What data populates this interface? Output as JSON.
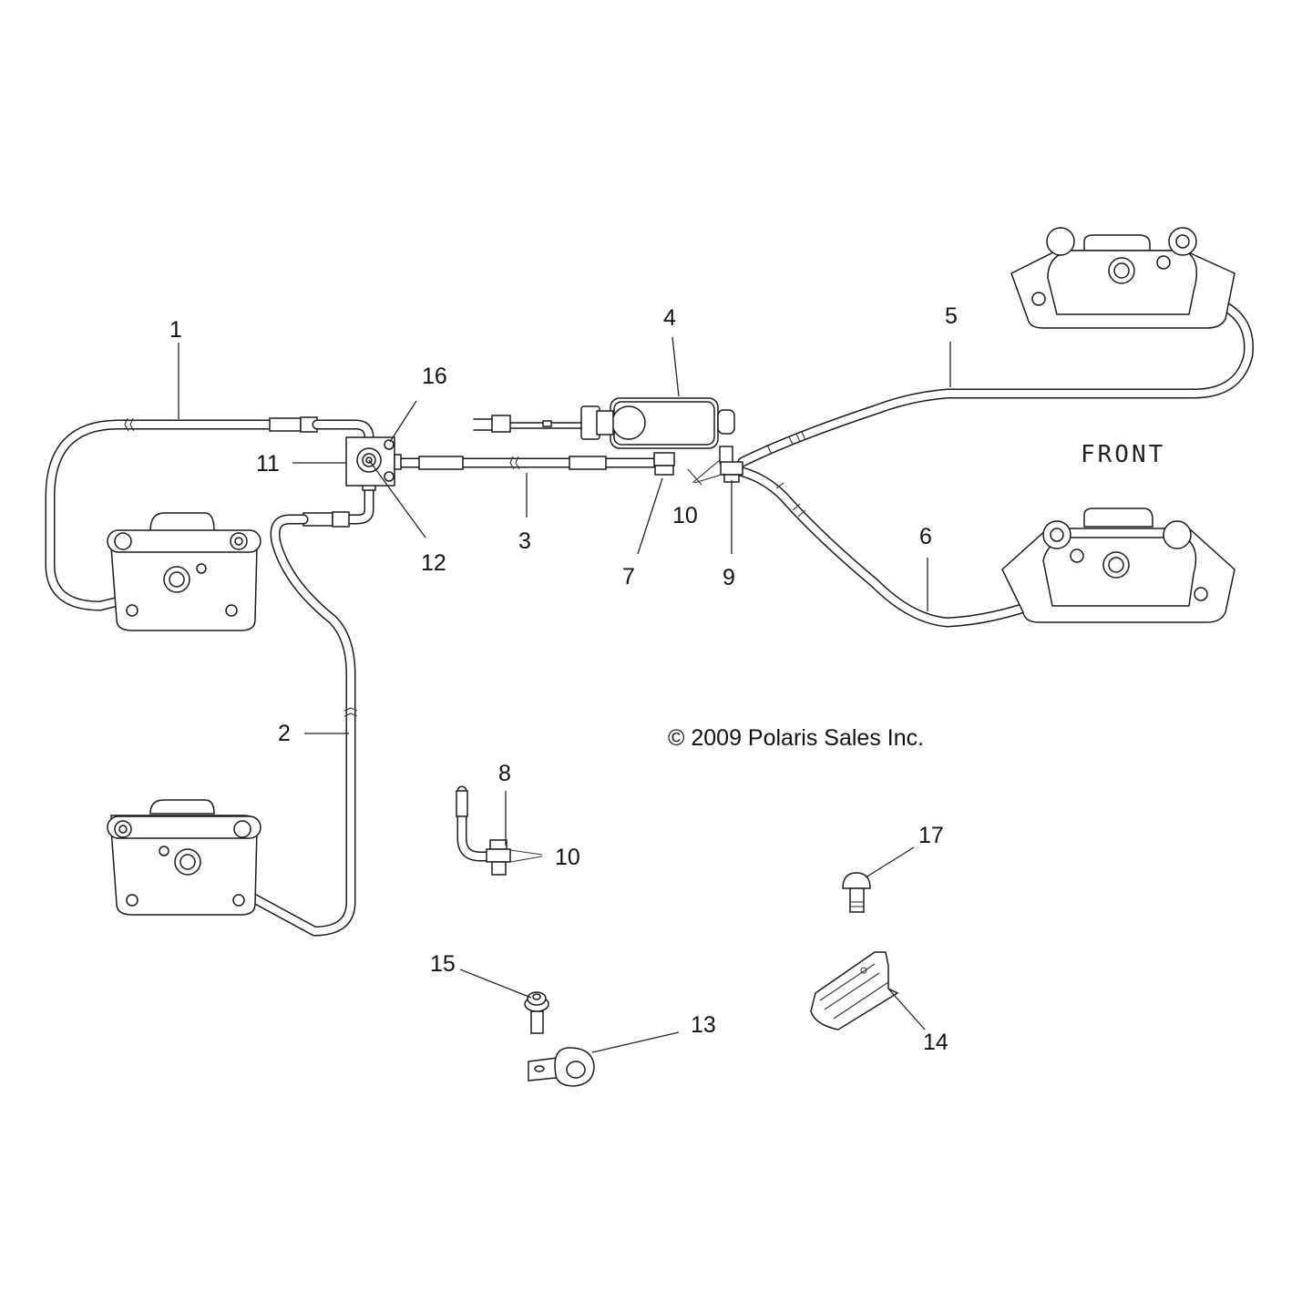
{
  "diagram": {
    "title": "Brake lines assembly",
    "orientation_label": "FRONT",
    "copyright": "© 2009 Polaris Sales Inc.",
    "callouts": [
      {
        "id": "1",
        "label": "1",
        "part": "brake line (rear left)"
      },
      {
        "id": "2",
        "label": "2",
        "part": "brake line (rear lower)"
      },
      {
        "id": "3",
        "label": "3",
        "part": "brake line (master to junction)"
      },
      {
        "id": "4",
        "label": "4",
        "part": "master cylinder"
      },
      {
        "id": "5",
        "label": "5",
        "part": "brake line (front upper)"
      },
      {
        "id": "6",
        "label": "6",
        "part": "brake line (front lower)"
      },
      {
        "id": "7",
        "label": "7",
        "part": "banjo bolt"
      },
      {
        "id": "8",
        "label": "8",
        "part": "banjo bolt"
      },
      {
        "id": "9",
        "label": "9",
        "part": "banjo bolt"
      },
      {
        "id": "10",
        "label": "10",
        "part": "crush washer"
      },
      {
        "id": "10b",
        "label": "10",
        "part": "crush washer (detail)"
      },
      {
        "id": "11",
        "label": "11",
        "part": "junction block"
      },
      {
        "id": "12",
        "label": "12",
        "part": "junction bolt"
      },
      {
        "id": "13",
        "label": "13",
        "part": "P-clamp"
      },
      {
        "id": "14",
        "label": "14",
        "part": "line clip"
      },
      {
        "id": "15",
        "label": "15",
        "part": "flange bolt"
      },
      {
        "id": "16",
        "label": "16",
        "part": "screw"
      },
      {
        "id": "17",
        "label": "17",
        "part": "button head screw"
      }
    ]
  }
}
